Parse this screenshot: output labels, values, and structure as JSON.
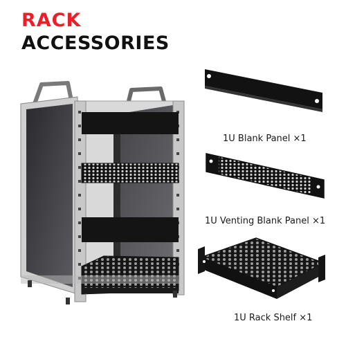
{
  "heading": {
    "line1": "RACK",
    "line2": "ACCESSORIES",
    "accent_color": "#e8202a",
    "text_color": "#111111"
  },
  "accessories": [
    {
      "label": "1U Blank Panel ×1",
      "icon": "blank-panel-icon"
    },
    {
      "label": "1U Venting Blank Panel ×1",
      "icon": "venting-panel-icon"
    },
    {
      "label": "1U Rack Shelf ×1",
      "icon": "rack-shelf-icon"
    }
  ],
  "product_image": "server-rack-icon"
}
